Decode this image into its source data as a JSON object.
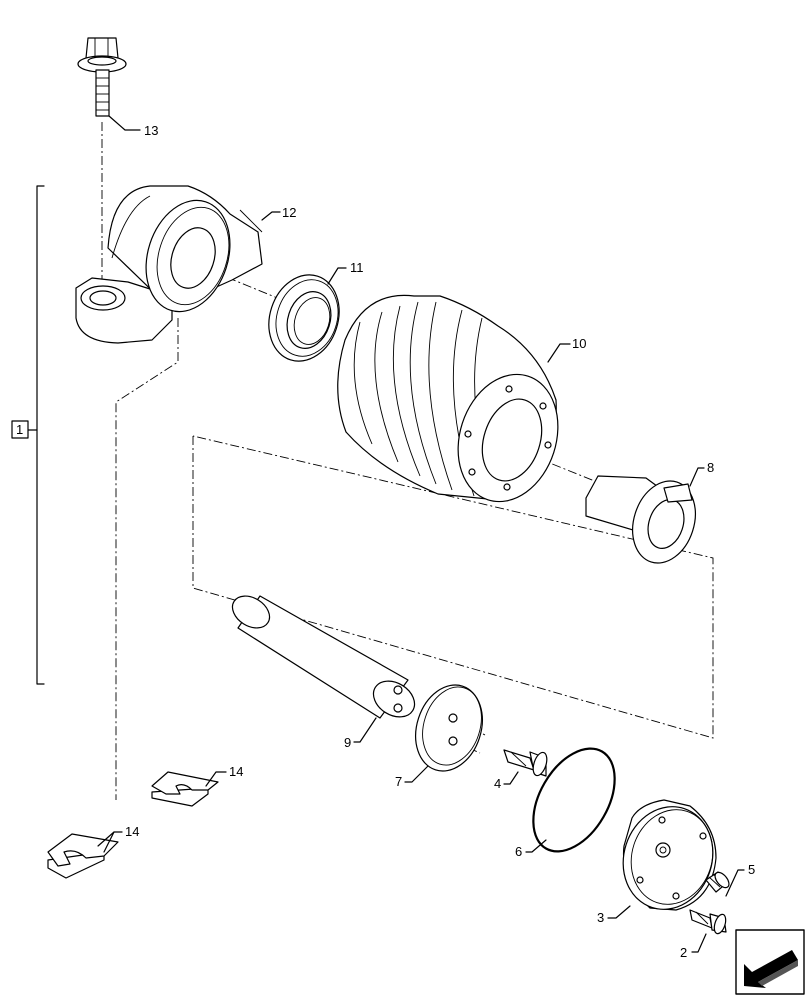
{
  "callouts": {
    "c1": "1",
    "c2": "2",
    "c3": "3",
    "c4": "4",
    "c5": "5",
    "c6": "6",
    "c7": "7",
    "c8": "8",
    "c9": "9",
    "c10": "10",
    "c11": "11",
    "c12": "12",
    "c13": "13",
    "c14a": "14",
    "c14b": "14"
  },
  "icons": {
    "nav": "exploded-view-arrow-icon"
  }
}
